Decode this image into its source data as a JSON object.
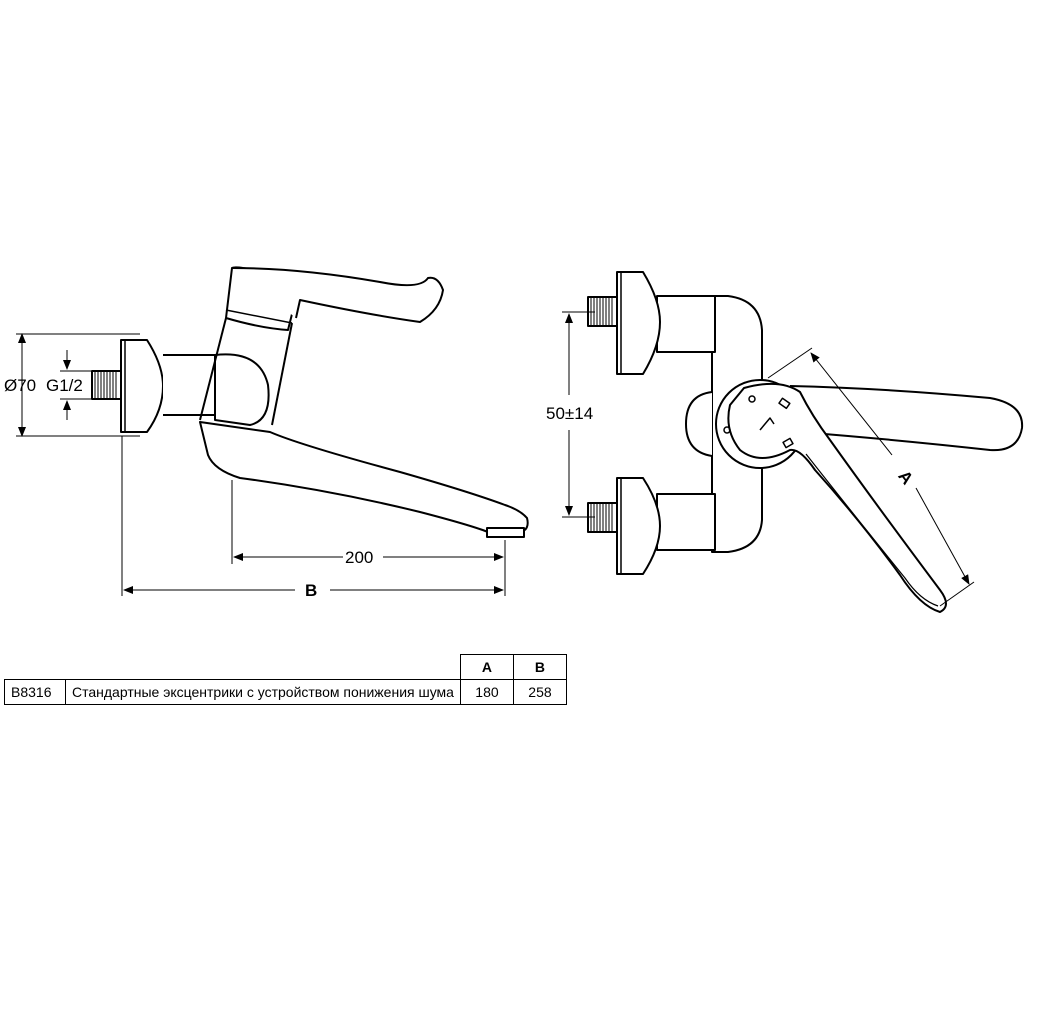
{
  "drawing": {
    "side_view": {
      "diameter_label": "Ø70",
      "thread_label": "G1/2",
      "spout_length_label": "200",
      "overall_label": "B"
    },
    "front_view": {
      "center_distance_label": "50±14",
      "lever_label": "A"
    }
  },
  "table": {
    "headers": [
      "A",
      "B"
    ],
    "rows": [
      {
        "code": "B8316",
        "description": "Стандартные эксцентрики с устройством понижения шума",
        "a": "180",
        "b": "258"
      }
    ]
  }
}
